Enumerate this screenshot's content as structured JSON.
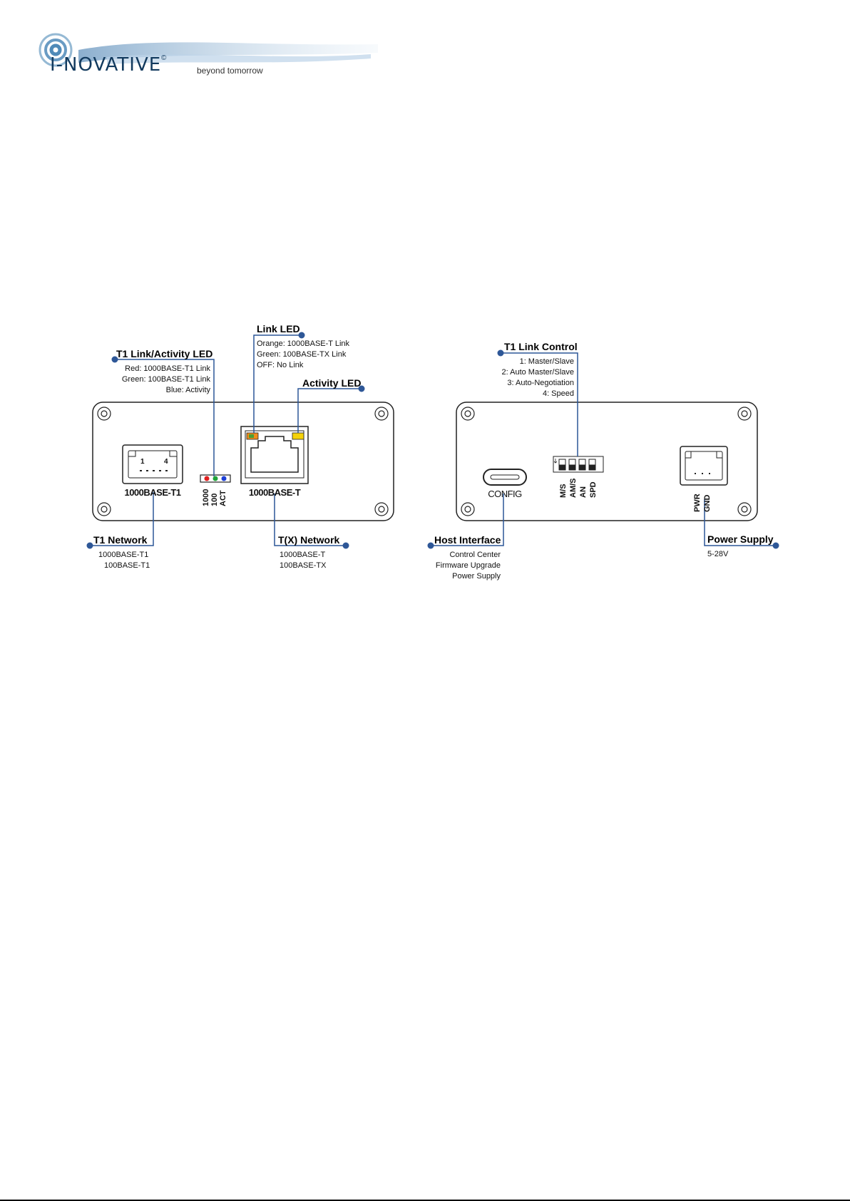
{
  "logo": {
    "brand": "I-NOVATIVE",
    "copyright": "©",
    "tagline": "beyond tomorrow"
  },
  "front": {
    "t1_led": {
      "title": "T1 Link/Activity LED",
      "lines": [
        "Red: 1000BASE-T1 Link",
        "Green: 100BASE-T1 Link",
        "Blue: Activity"
      ]
    },
    "link_led": {
      "title": "Link LED",
      "lines": [
        "Orange: 1000BASE-T  Link",
        "Green: 100BASE-TX Link",
        "OFF: No Link"
      ]
    },
    "activity_led": {
      "title": "Activity LED"
    },
    "t1_network": {
      "title": "T1 Network",
      "lines": [
        "1000BASE-T1",
        "100BASE-T1"
      ]
    },
    "tx_network": {
      "title": "T(X) Network",
      "lines": [
        "1000BASE-T",
        "100BASE-TX"
      ]
    },
    "port_t1_label": "1000BASE-T1",
    "port_t1_pins": [
      "1",
      "4"
    ],
    "port_rj45_label": "1000BASE-T",
    "led_labels": [
      "1000",
      "100",
      "ACT"
    ]
  },
  "back": {
    "t1_link_control": {
      "title": "T1 Link Control",
      "lines": [
        "1: Master/Slave",
        "2: Auto Master/Slave",
        "3: Auto-Negotiation",
        "4: Speed"
      ]
    },
    "host_interface": {
      "title": "Host  Interface",
      "lines": [
        "Control Center",
        "Firmware Upgrade",
        "Power Supply"
      ]
    },
    "power_supply": {
      "title": "Power Supply",
      "lines": [
        "5-28V"
      ]
    },
    "usb_label": "CONFIG",
    "dip_labels": [
      "M/S",
      "AM/S",
      "AN",
      "SPD"
    ],
    "pwr_labels": [
      "PWR",
      "GND"
    ]
  },
  "colors": {
    "line": "#2b5797",
    "dot": "#2e5797",
    "led_red": "#e02020",
    "led_green": "#21a33a",
    "led_blue": "#1d3fd6",
    "led_orange": "#f08c1a",
    "led_yellow": "#f5d20a"
  }
}
